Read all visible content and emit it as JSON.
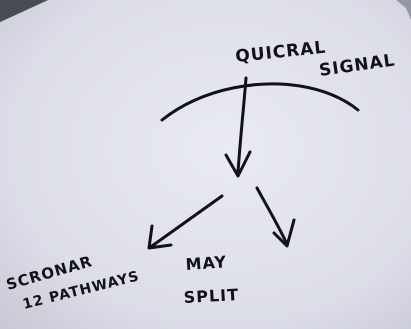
{
  "notes": {
    "top_label_line1": "QUICRAL",
    "top_label_line2": "SIGNAL",
    "left_label_line1": "SCRONAR",
    "left_label_line2": "12 PATHWAYS",
    "right_label_line1": "MAY",
    "right_label_line2": "SPLIT"
  },
  "colors": {
    "paper": "#dfe0ea",
    "background": "#4a4c55",
    "ink": "#101218"
  }
}
